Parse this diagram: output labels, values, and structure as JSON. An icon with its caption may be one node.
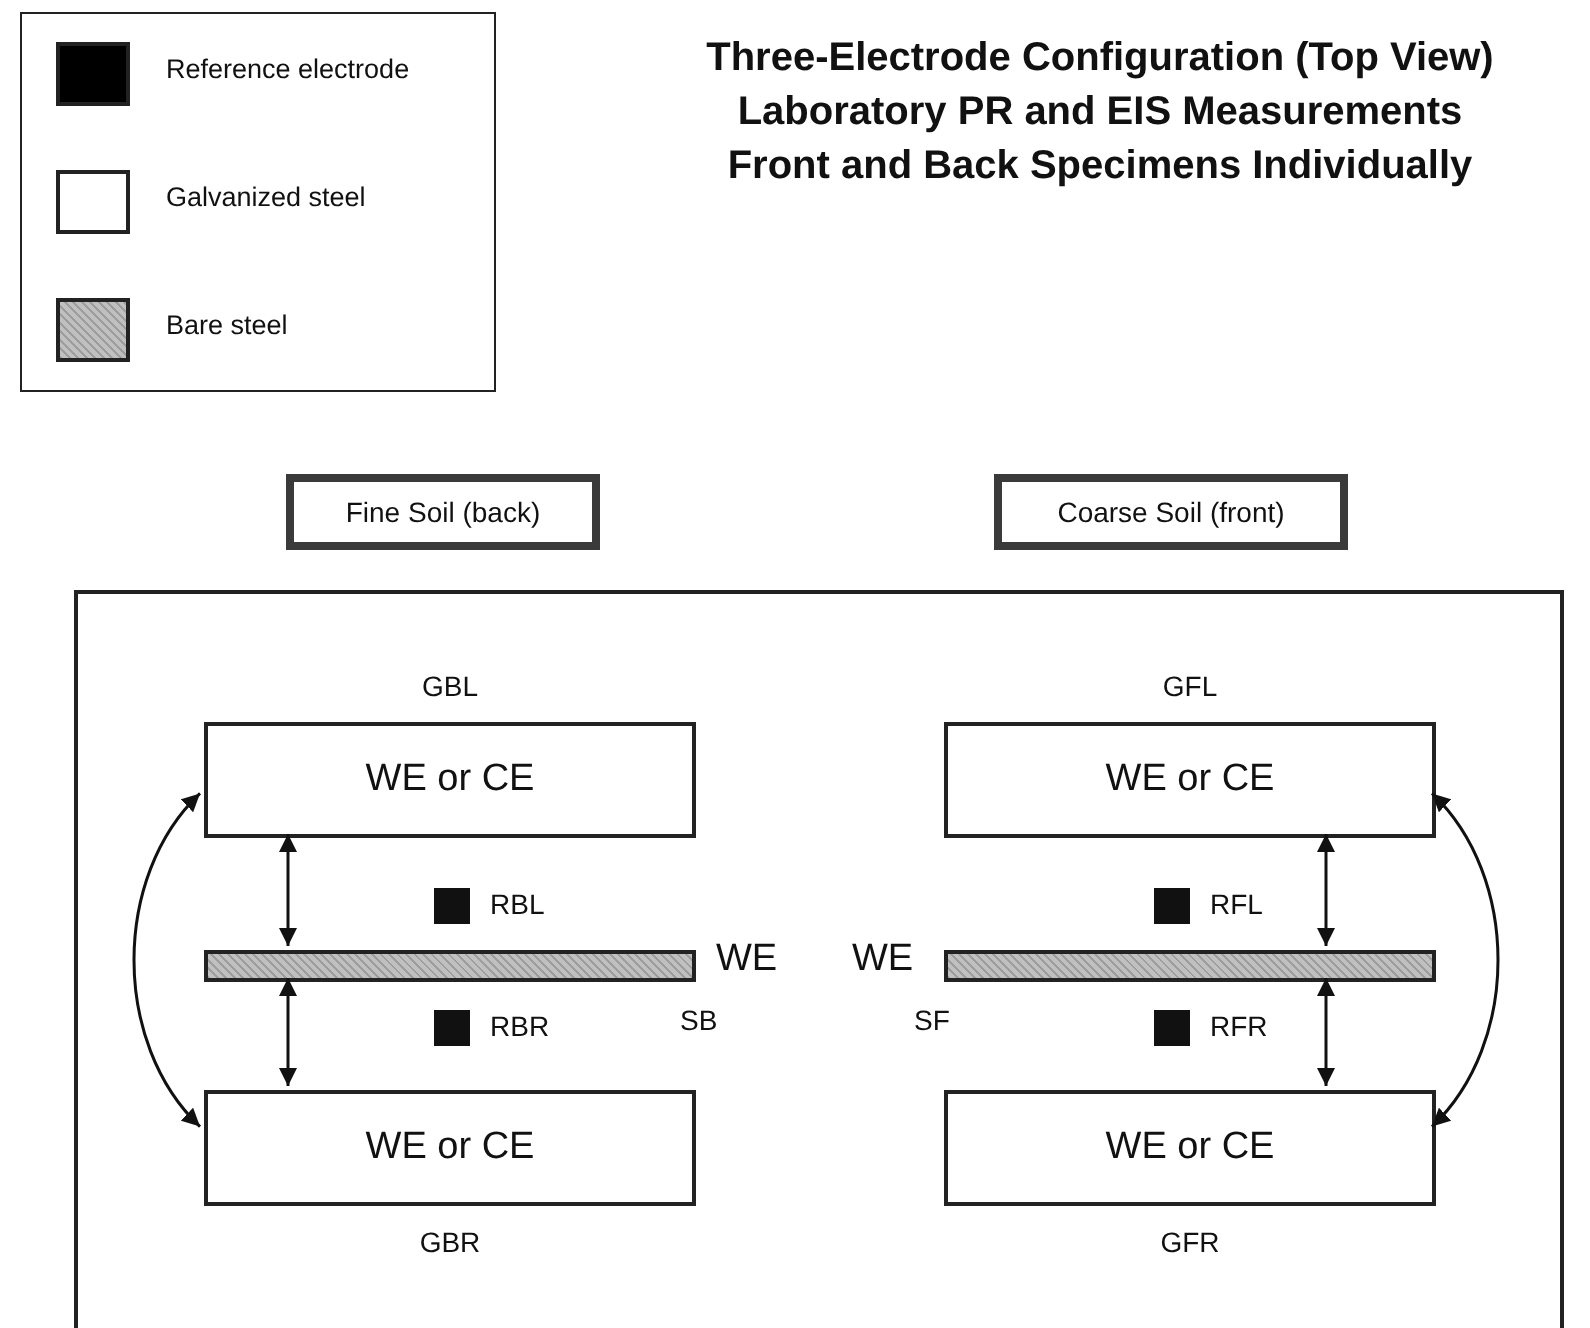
{
  "diagram": {
    "title": "Three-Electrode Configuration (Top View) Laboratory PR and EIS Measurements Front and  Back Specimens Individually",
    "nodes": [
      {
        "text": [
          "Fine Soil (back)"
        ]
      },
      {
        "text": [
          "Coarse Soil (front)"
        ]
      },
      {
        "text": [],
        "shape": "box"
      },
      {
        "text": [
          "GBL",
          "WE or CE"
        ],
        "in": 2
      },
      {
        "text": [
          "GFL",
          "WE or CE"
        ],
        "in": 2
      },
      {
        "text": [],
        "shape": "box",
        "beside": [
          "RBL"
        ],
        "in": 2
      },
      {
        "text": [],
        "shape": "box",
        "beside": [
          "RFL"
        ],
        "in": 2
      },
      {
        "text": [],
        "shape": "bar",
        "beside": [
          "WE",
          "SB"
        ],
        "in": 2
      },
      {
        "text": [],
        "shape": "bar",
        "beside": [
          "WE",
          "SF"
        ],
        "in": 2
      },
      {
        "text": [],
        "shape": "box",
        "beside": [
          "RBR"
        ],
        "in": 2
      },
      {
        "text": [],
        "shape": "box",
        "beside": [
          "RFR"
        ],
        "in": 2
      },
      {
        "text": [
          "WE or CE",
          "GBR"
        ],
        "in": 2
      },
      {
        "text": [
          "WE or CE",
          "GFR"
        ],
        "in": 2
      }
    ],
    "edges": [
      {
        "from": 3,
        "to": 7,
        "arrow": "both"
      },
      {
        "from": 7,
        "to": 11,
        "arrow": "both"
      },
      {
        "from": 3,
        "to": 11,
        "arrow": "both"
      },
      {
        "from": 4,
        "to": 8,
        "arrow": "both"
      },
      {
        "from": 8,
        "to": 12,
        "arrow": "both"
      },
      {
        "from": 4,
        "to": 12,
        "arrow": "both"
      }
    ],
    "legend": [
      {
        "text": "Reference electrode",
        "color": "#000000"
      },
      {
        "text": "Galvanized steel",
        "color": "#ffffff"
      },
      {
        "text": "Bare steel",
        "color": "#c0c0c0"
      }
    ]
  }
}
